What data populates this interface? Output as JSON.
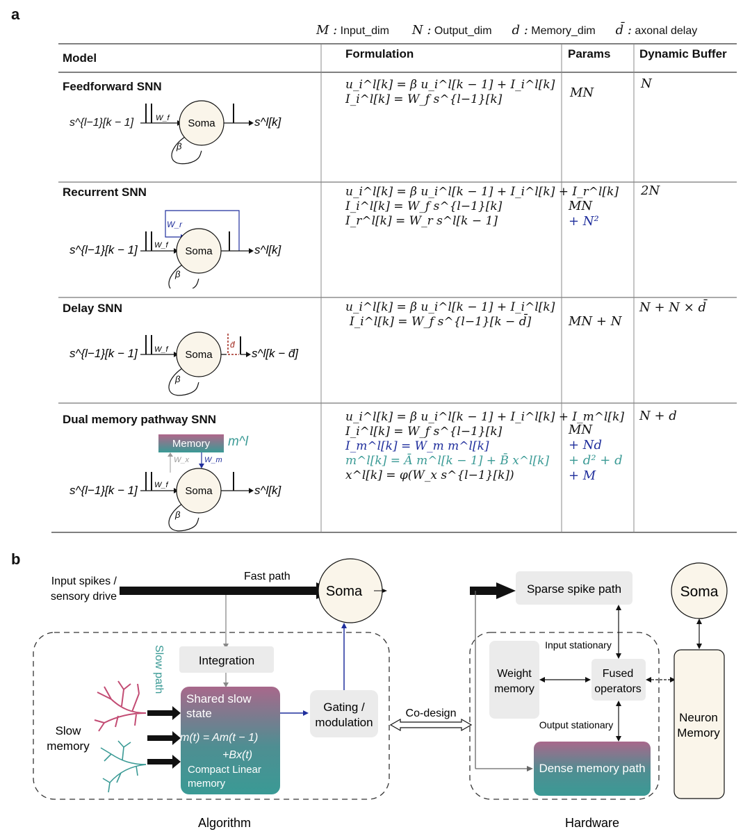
{
  "panel_a": {
    "letter": "a",
    "legend": [
      {
        "sym": "M :",
        "label": "Input_dim"
      },
      {
        "sym": "N :",
        "label": "Output_dim"
      },
      {
        "sym": "d :",
        "label": "Memory_dim"
      },
      {
        "sym": "d̄ :",
        "label": "axonal delay"
      }
    ],
    "headers": {
      "model": "Model",
      "formulation": "Formulation",
      "params": "Params",
      "buffer": "Dynamic Buffer"
    },
    "rows": [
      {
        "name": "Feedforward SNN",
        "input_label": "s^{l−1}[k − 1]",
        "weight": "W_f",
        "soma": "Soma",
        "beta": "β",
        "output_label": "s^l[k]",
        "formulation": [
          "u_i^l[k] = β u_i^l[k − 1] + I_i^l[k]",
          "I_i^l[k] = W_f s^{l−1}[k]"
        ],
        "params": [
          "MN"
        ],
        "buffer": "N"
      },
      {
        "name": "Recurrent SNN",
        "input_label": "s^{l−1}[k − 1]",
        "weight": "W_f",
        "recurrent_weight": "W_r",
        "soma": "Soma",
        "beta": "β",
        "output_label": "s^l[k]",
        "formulation": [
          "u_i^l[k] = β u_i^l[k − 1] + I_i^l[k] + I_r^l[k]",
          "I_i^l[k] = W_f s^{l−1}[k]",
          "I_r^l[k] = W_r s^l[k − 1]"
        ],
        "params": [
          "MN",
          "+ N²"
        ],
        "buffer": "2N"
      },
      {
        "name": "Delay SNN",
        "input_label": "s^{l−1}[k − 1]",
        "weight": "W_f",
        "delay": "d̄",
        "soma": "Soma",
        "beta": "β",
        "output_label": "s^l[k − d̄]",
        "formulation": [
          "u_i^l[k] = β u_i^l[k − 1] + I_i^l[k]",
          "I_i^l[k] = W_f s^{l−1}[k − d̄]"
        ],
        "params": [
          "MN + N"
        ],
        "buffer": "N + N × d̄"
      },
      {
        "name": "Dual memory pathway SNN",
        "input_label": "s^{l−1}[k − 1]",
        "weight": "W_f",
        "memory": "Memory",
        "memory_sym": "m^l",
        "wx": "W_x",
        "wm": "W_m",
        "soma": "Soma",
        "beta": "β",
        "output_label": "s^l[k]",
        "formulation": [
          "u_i^l[k] = β u_i^l[k − 1] + I_i^l[k] + I_m^l[k]",
          "I_i^l[k] = W_f s^{l−1}[k]",
          "I_m^l[k] = W_m m^l[k]",
          "m^l[k] = Ā m^l[k − 1] + B̄ x^l[k]",
          "x^l[k] = φ(W_x s^{l−1}[k])"
        ],
        "params": [
          "MN",
          "+ Nd",
          "+ d² + d",
          "+ M"
        ],
        "buffer": "N + d"
      }
    ]
  },
  "panel_b": {
    "letter": "b",
    "algorithm": {
      "input": "Input spikes /\nsensory drive",
      "fast_path": "Fast path",
      "soma": "Soma",
      "slow_path": "Slow path",
      "integration": "Integration",
      "shared_state": "Shared slow\nstate",
      "equation_1": "m(t) = Am(t − 1)",
      "equation_2": "+Bx(t)",
      "compact": "Compact Linear\nmemory",
      "gating": "Gating /\nmodulation",
      "slow_memory": "Slow\nmemory",
      "label": "Algorithm"
    },
    "codesign": "Co-design",
    "hardware": {
      "sparse": "Sparse spike path",
      "soma": "Soma",
      "input_stationary": "Input stationary",
      "weight_memory": "Weight\nmemory",
      "fused": "Fused\noperators",
      "output_stationary": "Output stationary",
      "neuron_memory": "Neuron\nMemory",
      "dense": "Dense memory path",
      "label": "Hardware"
    },
    "colors": {
      "memory_top": "#b0678a",
      "memory_bottom": "#3a9a95",
      "blue": "#1f2e9c",
      "red": "#a0281e",
      "teal": "#3a9a95",
      "soma_fill": "#faf5ea",
      "box_gray": "#ebebeb"
    }
  }
}
